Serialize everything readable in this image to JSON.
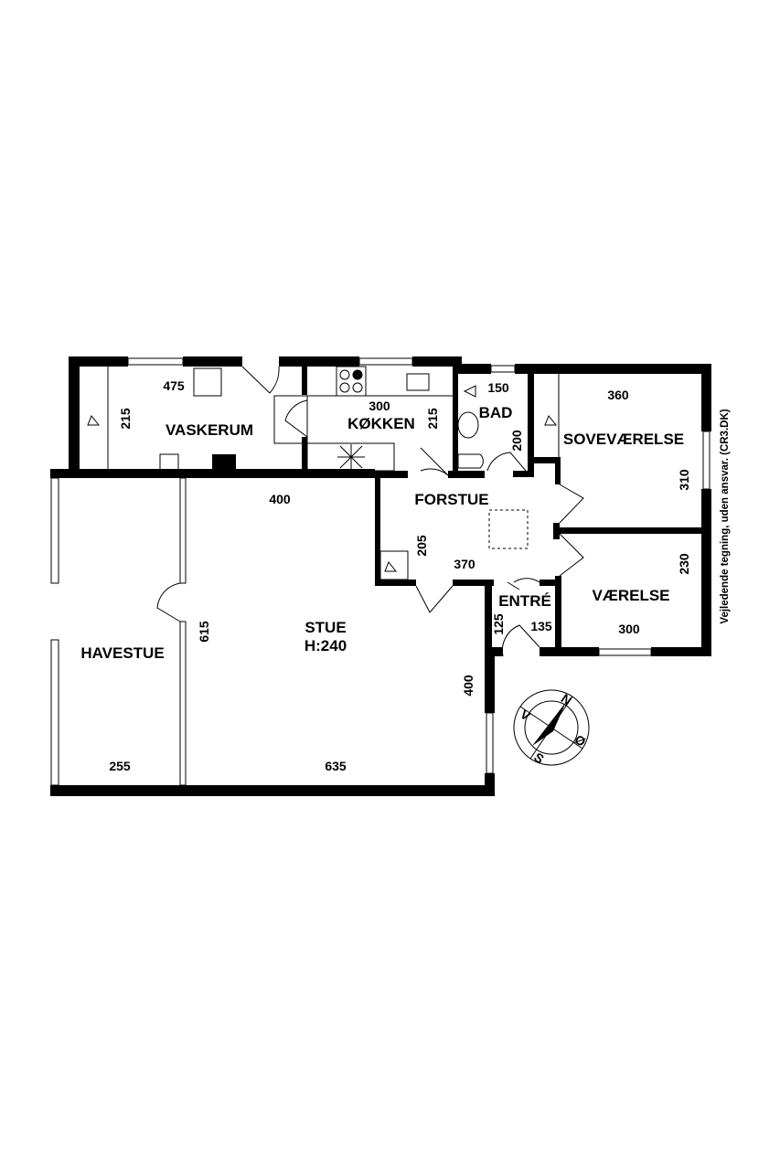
{
  "plan": {
    "rooms": {
      "vaskerum": "VASKERUM",
      "kokken": "KØKKEN",
      "bad": "BAD",
      "sovevaerelse": "SOVEVÆRELSE",
      "forstue": "FORSTUE",
      "vaerelse": "VÆRELSE",
      "entre": "ENTRÉ",
      "stue": "STUE",
      "stue_height": "H:240",
      "havestue": "HAVESTUE"
    },
    "dimensions": {
      "vaskerum_w": "475",
      "vaskerum_h": "215",
      "kokken_w": "300",
      "kokken_h": "215",
      "bad_w": "150",
      "bad_h": "200",
      "sove_w": "360",
      "sove_h": "310",
      "forstue_top": "400",
      "forstue_w": "370",
      "forstue_h": "205",
      "vaerelse_w": "300",
      "vaerelse_h": "230",
      "entre_h": "125",
      "entre_w": "135",
      "stue_h": "615",
      "stue_w": "635",
      "stue_right": "400",
      "havestue_w": "255"
    },
    "compass": {
      "n": "N",
      "s": "S",
      "v": "V",
      "o": "Ø"
    },
    "disclaimer": "Vejledende tegning, uden ansvar. (CR3.DK)"
  }
}
